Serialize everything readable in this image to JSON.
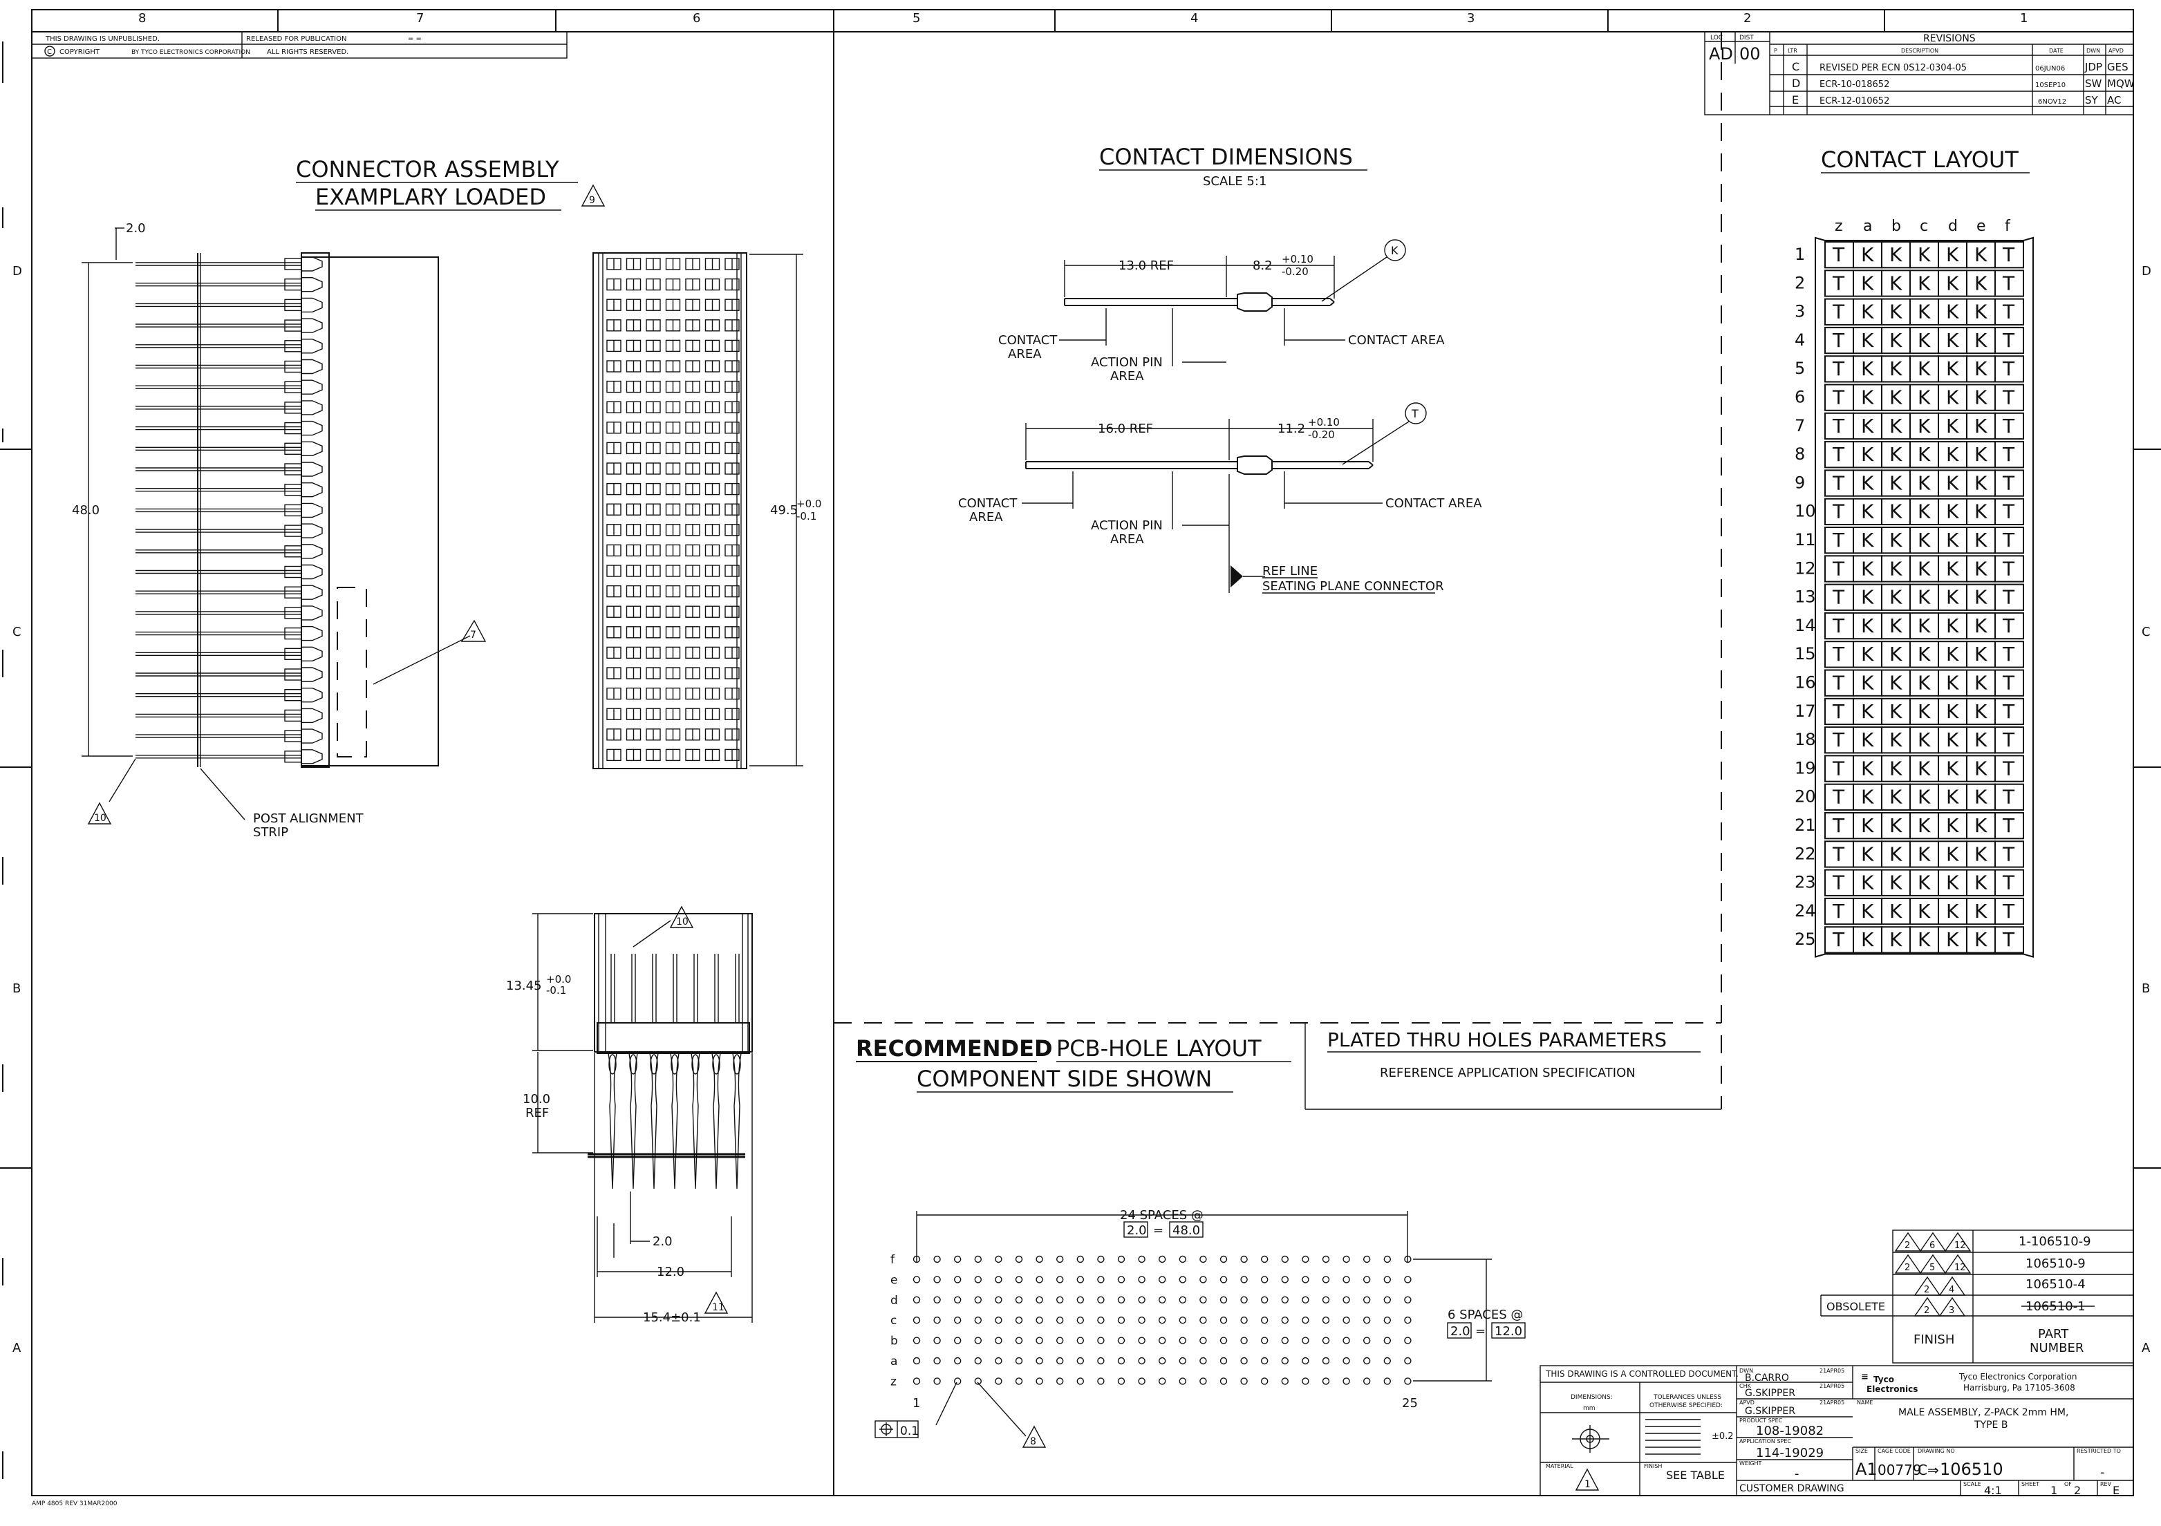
{
  "frame": {
    "zones_top": [
      "8",
      "7",
      "6",
      "5",
      "4",
      "3",
      "2",
      "1"
    ],
    "zones_side": [
      "D",
      "C",
      "B",
      "A"
    ]
  },
  "topleft_block": {
    "line1": "THIS DRAWING IS UNPUBLISHED.",
    "line1b": "RELEASED FOR PUBLICATION",
    "line1c": "= =",
    "line2": "COPYRIGHT",
    "line2b": "BY TYCO ELECTRONICS CORPORATION",
    "line2c": "ALL RIGHTS RESERVED."
  },
  "revisions": {
    "title": "REVISIONS",
    "loc": "LOC",
    "dist": "DIST",
    "loc_val": "AD",
    "dist_val": "00",
    "headers": [
      "P",
      "LTR",
      "DESCRIPTION",
      "DATE",
      "DWN",
      "APVD"
    ],
    "rows": [
      {
        "ltr": "C",
        "desc": "REVISED PER ECN 0S12-0304-05",
        "date": "06JUN06",
        "dwn": "JDP",
        "apvd": "GES"
      },
      {
        "ltr": "D",
        "desc": "ECR-10-018652",
        "date": "10SEP10",
        "dwn": "SW",
        "apvd": "MQW"
      },
      {
        "ltr": "E",
        "desc": "ECR-12-010652",
        "date": "6NOV12",
        "dwn": "SY",
        "apvd": "AC"
      }
    ]
  },
  "connector_assembly": {
    "title1": "CONNECTOR ASSEMBLY",
    "title2": "EXAMPLARY LOADED",
    "flag": "9",
    "dim_top": "2.0",
    "dim_height": "48.0",
    "dim_right_main": "49.5",
    "dim_right_tol_up": "+0.0",
    "dim_right_tol_dn": "-0.1",
    "flag7": "7",
    "flag10": "10",
    "post_label1": "POST ALIGNMENT",
    "post_label2": "STRIP"
  },
  "side_view": {
    "dim_a": "13.45",
    "dim_a_up": "+0.0",
    "dim_a_dn": "-0.1",
    "dim_b1": "10.0",
    "dim_b2": "REF",
    "dim_c": "2.0",
    "dim_d": "12.0",
    "dim_e": "15.4±0.1",
    "flag10": "10",
    "flag11": "11"
  },
  "contact_dimensions": {
    "title": "CONTACT DIMENSIONS",
    "scale": "SCALE 5:1",
    "k": {
      "ref": "13.0 REF",
      "len": "8.2",
      "tol_up": "+0.10",
      "tol_dn": "-0.20",
      "callout": "K",
      "contact_area_left1": "CONTACT",
      "contact_area_left2": "AREA",
      "action1": "ACTION PIN",
      "action2": "AREA",
      "contact_area_right": "CONTACT AREA"
    },
    "t": {
      "ref": "16.0 REF",
      "len": "11.2",
      "tol_up": "+0.10",
      "tol_dn": "-0.20",
      "callout": "T",
      "contact_area_left1": "CONTACT",
      "contact_area_left2": "AREA",
      "action1": "ACTION PIN",
      "action2": "AREA",
      "contact_area_right": "CONTACT AREA"
    },
    "ref_line1": "REF LINE",
    "ref_line2": "SEATING PLANE CONNECTOR"
  },
  "contact_layout": {
    "title": "CONTACT LAYOUT",
    "columns": [
      "z",
      "a",
      "b",
      "c",
      "d",
      "e",
      "f"
    ],
    "pattern": [
      "T",
      "K",
      "K",
      "K",
      "K",
      "K",
      "T"
    ],
    "rows": [
      "1",
      "2",
      "3",
      "4",
      "5",
      "6",
      "7",
      "8",
      "9",
      "10",
      "11",
      "12",
      "13",
      "14",
      "15",
      "16",
      "17",
      "18",
      "19",
      "20",
      "21",
      "22",
      "23",
      "24",
      "25"
    ]
  },
  "pcb": {
    "title_bold": "RECOMMENDED",
    "title_rest": "PCB-HOLE LAYOUT",
    "subtitle": "COMPONENT SIDE SHOWN",
    "spaces_top": "24 SPACES @",
    "spaces_top_a": "2.0",
    "spaces_top_eq": "=",
    "spaces_top_b": "48.0",
    "spaces_right": "6 SPACES @",
    "spaces_right_a": "2.0",
    "spaces_right_eq": "=",
    "spaces_right_b": "12.0",
    "rows": [
      "f",
      "e",
      "d",
      "c",
      "b",
      "a",
      "z"
    ],
    "col_first": "1",
    "col_last": "25",
    "position_tol": "0.1",
    "flag8": "8"
  },
  "plated": {
    "title": "PLATED THRU HOLES PARAMETERS",
    "subtitle": "REFERENCE APPLICATION SPECIFICATION"
  },
  "part_table": {
    "rows": [
      {
        "flags": [
          "2",
          "6",
          "12"
        ],
        "part": "1-106510-9"
      },
      {
        "flags": [
          "2",
          "5",
          "12"
        ],
        "part": "106510-9"
      },
      {
        "flags": [
          "2",
          "4"
        ],
        "part": "106510-4"
      },
      {
        "flags": [
          "2",
          "3"
        ],
        "part": "106510-1",
        "obsolete": "OBSOLETE"
      }
    ],
    "finish": "FINISH",
    "part_number1": "PART",
    "part_number2": "NUMBER"
  },
  "title_block": {
    "controlled": "THIS DRAWING IS A CONTROLLED DOCUMENT.",
    "dimensions": "DIMENSIONS:",
    "dim_unit": "mm",
    "tolerances1": "TOLERANCES UNLESS",
    "tolerances2": "OTHERWISE SPECIFIED:",
    "tol_value": "±0.2",
    "dwn_label": "DWN",
    "dwn": "B.CARRO",
    "dwn_date": "21APR05",
    "chk_label": "CHK",
    "chk": "G.SKIPPER",
    "chk_date": "21APR05",
    "apvd_label": "APVD",
    "apvd": "G.SKIPPER",
    "apvd_date": "21APR05",
    "product_spec_label": "PRODUCT SPEC",
    "product_spec": "108-19082",
    "app_spec_label": "APPLICATION SPEC",
    "app_spec": "114-19029",
    "weight_label": "WEIGHT",
    "weight": "-",
    "material_label": "MATERIAL",
    "material_flag": "1",
    "finish_label": "FINISH",
    "finish_val": "SEE TABLE",
    "company1": "Tyco Electronics Corporation",
    "company2": "Harrisburg, Pa 17105-3608",
    "logo1": "Tyco",
    "logo2": "Electronics",
    "name_label": "NAME",
    "name1": "MALE ASSEMBLY, Z-PACK 2mm HM,",
    "name2": "TYPE B",
    "size_label": "SIZE",
    "size": "A1",
    "cage_label": "CAGE CODE",
    "cage": "00779",
    "drawing_no_label": "DRAWING NO",
    "drawing_no": "106510",
    "restricted_label": "RESTRICTED TO",
    "restricted": "-",
    "customer": "CUSTOMER DRAWING",
    "scale_label": "SCALE",
    "scale": "4:1",
    "sheet_label": "SHEET",
    "sheet": "1",
    "of_label": "OF",
    "of": "2",
    "rev_label": "REV",
    "rev": "E"
  },
  "footer": "AMP 4805 REV 31MAR2000"
}
